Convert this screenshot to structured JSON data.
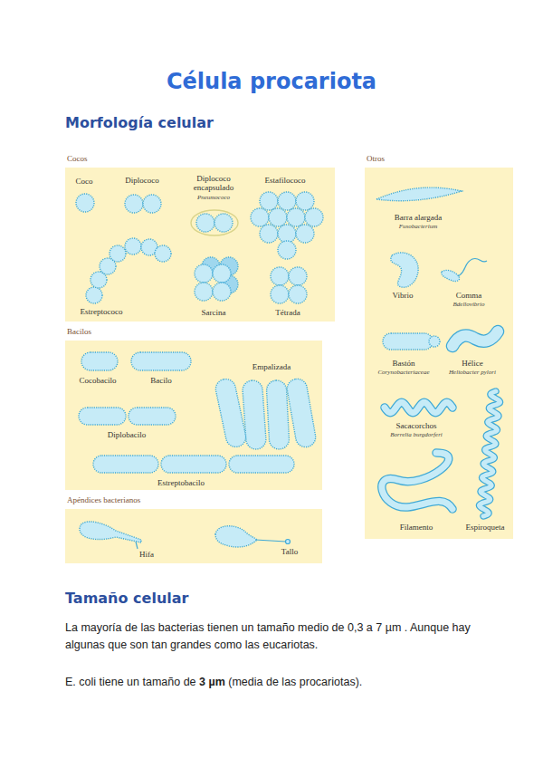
{
  "diagram": {
    "title": "Célula procariota",
    "nodes": [
      {
        "text": [
          "Cocos"
        ]
      },
      {
        "text": [
          "Bacilos"
        ]
      },
      {
        "text": [
          "Apéndices bacterianos"
        ]
      },
      {
        "text": [
          "Otros"
        ]
      }
    ],
    "labels": [
      "Morfología celular",
      "Coco",
      "Diplococo",
      "Diplococo encapsulado",
      "Pneumococo",
      "Estafilococo",
      "Estreptococo",
      "Sarcina",
      "Tétrada",
      "Cocobacilo",
      "Bacilo",
      "Empalizada",
      "Diplobacilo",
      "Estreptobacilo",
      "Hifa",
      "Tallo",
      "Barra alargada",
      "Fusobacterium",
      "Vibrio",
      "Comma",
      "Bdellovibrio",
      "Bastón",
      "Corynobacteriaceae",
      "Hélice",
      "Heliobacter pylori",
      "Sacacorchos",
      "Borrelia burgdorferi",
      "Filamento",
      "Espiroqueta",
      "Tamaño celular",
      "La mayoría de las bacterias tienen un tamaño medio de 0,3 a 7 µm . Aunque hay algunas que son tan grandes como las eucariotas.",
      "E. coli tiene un tamaño de",
      "3 µm",
      "(media de las procariotas)."
    ]
  }
}
